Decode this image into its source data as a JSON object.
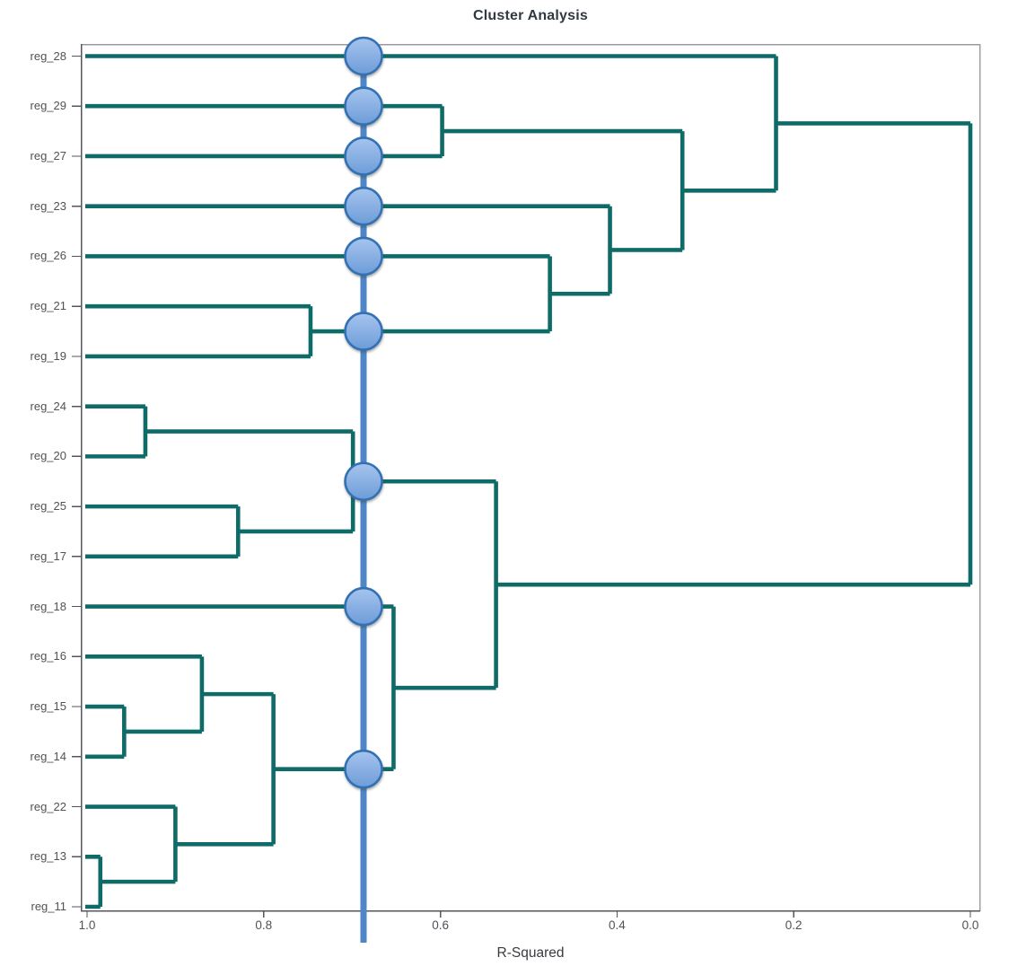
{
  "title": "Cluster Analysis",
  "x_axis": {
    "label": "R-Squared",
    "ticks": [
      {
        "label": "1.0",
        "value": 1.0
      },
      {
        "label": "0.8",
        "value": 0.8
      },
      {
        "label": "0.6",
        "value": 0.6
      },
      {
        "label": "0.4",
        "value": 0.4
      },
      {
        "label": "0.2",
        "value": 0.2
      },
      {
        "label": "0.0",
        "value": 0.0
      }
    ]
  },
  "chart_data": {
    "type": "dendrogram",
    "orientation": "horizontal, leaves at left, root at right",
    "title": "Cluster Analysis",
    "xlabel": "R-Squared",
    "x_range": [
      1.0,
      0.0
    ],
    "grid": false,
    "leaves": [
      "reg_28",
      "reg_29",
      "reg_27",
      "reg_23",
      "reg_26",
      "reg_21",
      "reg_19",
      "reg_24",
      "reg_20",
      "reg_25",
      "reg_17",
      "reg_18",
      "reg_16",
      "reg_15",
      "reg_14",
      "reg_22",
      "reg_13",
      "reg_11"
    ],
    "merges": [
      {
        "id": "n1",
        "children": [
          "reg_29",
          "reg_27"
        ],
        "r2": 0.598
      },
      {
        "id": "n2",
        "children": [
          "reg_21",
          "reg_19"
        ],
        "r2": 0.747
      },
      {
        "id": "n3",
        "children": [
          "reg_26",
          "n2"
        ],
        "r2": 0.476
      },
      {
        "id": "n4",
        "children": [
          "reg_23",
          "n3"
        ],
        "r2": 0.408
      },
      {
        "id": "n5",
        "children": [
          "n1",
          "n4"
        ],
        "r2": 0.326
      },
      {
        "id": "n6",
        "children": [
          "reg_28",
          "n5"
        ],
        "r2": 0.22
      },
      {
        "id": "n7",
        "children": [
          "reg_24",
          "reg_20"
        ],
        "r2": 0.934
      },
      {
        "id": "n8",
        "children": [
          "reg_25",
          "reg_17"
        ],
        "r2": 0.829
      },
      {
        "id": "n9",
        "children": [
          "n7",
          "n8"
        ],
        "r2": 0.699
      },
      {
        "id": "n10",
        "children": [
          "reg_15",
          "reg_14"
        ],
        "r2": 0.958
      },
      {
        "id": "n11",
        "children": [
          "reg_16",
          "n10"
        ],
        "r2": 0.87
      },
      {
        "id": "n12",
        "children": [
          "reg_13",
          "reg_11"
        ],
        "r2": 0.985
      },
      {
        "id": "n13",
        "children": [
          "reg_22",
          "n12"
        ],
        "r2": 0.9
      },
      {
        "id": "n14",
        "children": [
          "n11",
          "n13"
        ],
        "r2": 0.789
      },
      {
        "id": "n15",
        "children": [
          "reg_18",
          "n14"
        ],
        "r2": 0.653
      },
      {
        "id": "n16",
        "children": [
          "n9",
          "n15"
        ],
        "r2": 0.537
      },
      {
        "id": "root",
        "children": [
          "n6",
          "n16"
        ],
        "r2": 0.0
      }
    ],
    "cut_line": {
      "r2": 0.687,
      "clusters_marked": 9
    },
    "colors": {
      "branch": "#0f6b68",
      "cut_line": "#4e86c8",
      "marker_fill_top": "#a6c4ee",
      "marker_fill_bottom": "#6d9cd8",
      "marker_stroke": "#3271b3",
      "axis_dark": "#55555b",
      "frame_light": "#a0a0a0"
    }
  }
}
